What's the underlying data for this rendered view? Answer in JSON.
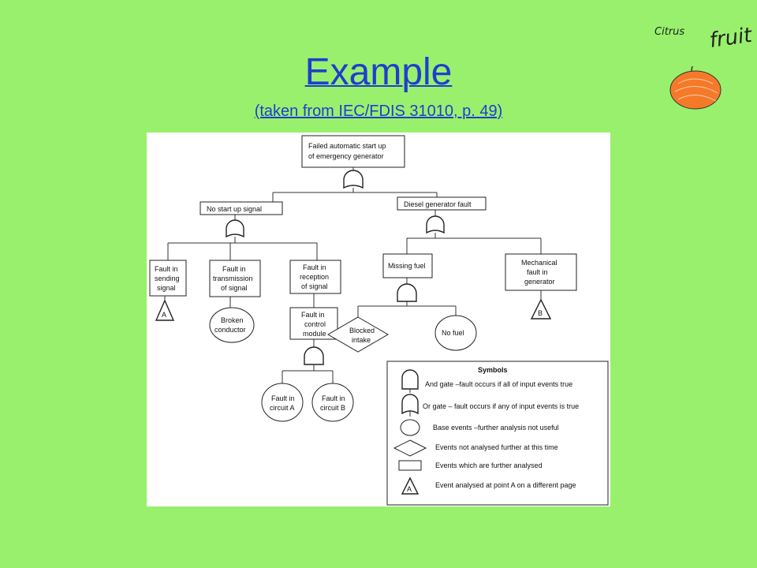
{
  "slide": {
    "title": "Example",
    "subtitle": "(taken from IEC/FDIS 31010, p. 49)"
  },
  "doodle": {
    "word1": "Citrus",
    "word2": "fruit"
  },
  "fault_tree": {
    "top": [
      "Failed automatic start up",
      "of emergency generator"
    ],
    "no_signal": "No start up signal",
    "diesel_fault": "Diesel generator fault",
    "sending": [
      "Fault in",
      "sending",
      "signal"
    ],
    "transmission": [
      "Fault in",
      "transmission",
      "of signal"
    ],
    "reception": [
      "Fault in",
      "reception",
      "of signal"
    ],
    "missing_fuel": "Missing fuel",
    "mechanical": [
      "Mechanical",
      "fault in",
      "generator"
    ],
    "transfer_a": "A",
    "transfer_b": "B",
    "broken": [
      "Broken",
      "conductor"
    ],
    "control_module": [
      "Fault in",
      "control",
      "module"
    ],
    "blocked": [
      "Blocked",
      "intake"
    ],
    "no_fuel": "No fuel",
    "circuit_a": [
      "Fault in",
      "circuit A"
    ],
    "circuit_b": [
      "Fault in",
      "circuit B"
    ]
  },
  "legend": {
    "title": "Symbols",
    "and_gate": "And gate –fault occurs if all of input events true",
    "or_gate": "Or gate – fault  occurs if any of input events is true",
    "base_event": "Base events –further analysis not useful",
    "not_analysed": "Events not analysed further at this time",
    "further": "Events which are further analysed",
    "transfer": "Event analysed at point A on a different page",
    "transfer_letter": "A"
  },
  "colors": {
    "background": "#99f06d",
    "title": "#1f3ecf",
    "doodle_fruit": "#f47a2a"
  }
}
